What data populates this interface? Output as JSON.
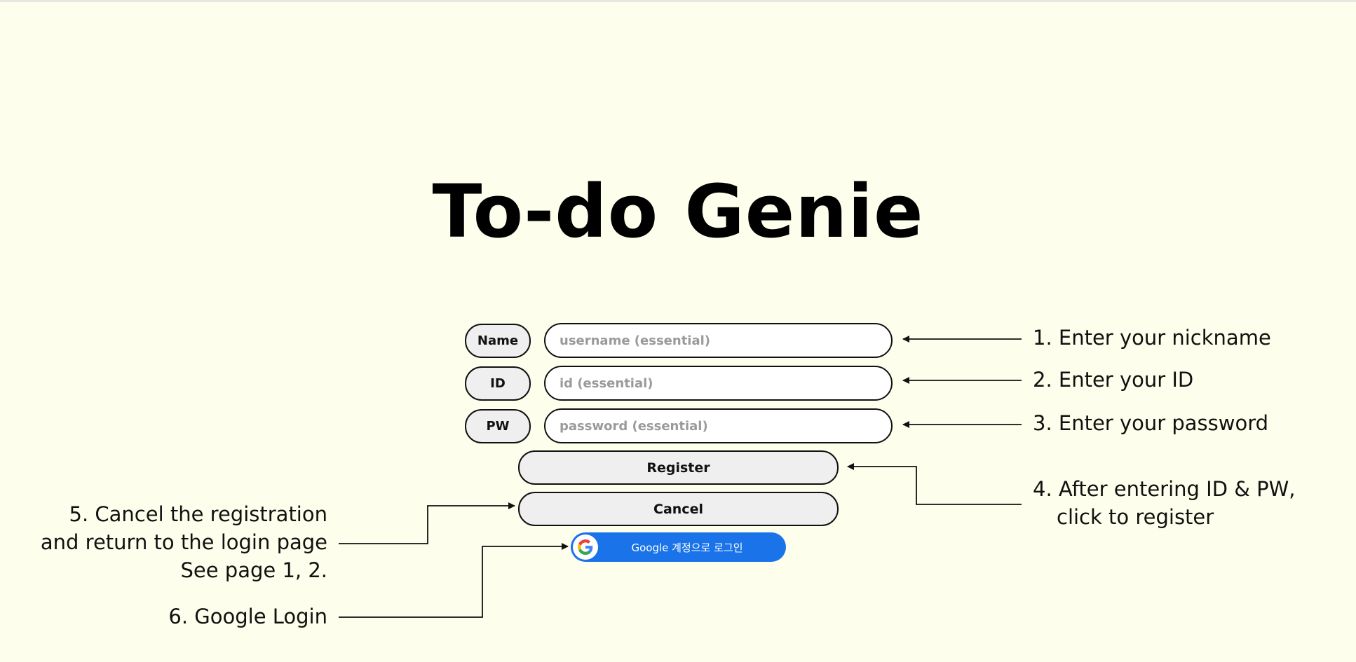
{
  "app": {
    "title": "To-do Genie"
  },
  "form": {
    "name_label": "Name",
    "name_placeholder": "username (essential)",
    "id_label": "ID",
    "id_placeholder": "id (essential)",
    "pw_label": "PW",
    "pw_placeholder": "password (essential)",
    "register_label": "Register",
    "cancel_label": "Cancel",
    "google_label": "Google 계정으로 로그인"
  },
  "annotations": {
    "a1": "1. Enter your nickname",
    "a2": "2. Enter your ID",
    "a3": "3. Enter your password",
    "a4_line1": "4. After entering ID & PW,",
    "a4_line2": "click to register",
    "a5_line1": "5. Cancel the registration",
    "a5_line2": "and return to the login page",
    "a5_line3": "See page 1, 2.",
    "a6": "6. Google Login"
  },
  "colors": {
    "background": "#fefeec",
    "google_blue": "#1a73e8",
    "pill_fill": "#efefef"
  },
  "icons": {
    "google": "google-g-icon",
    "arrow": "arrowhead"
  }
}
